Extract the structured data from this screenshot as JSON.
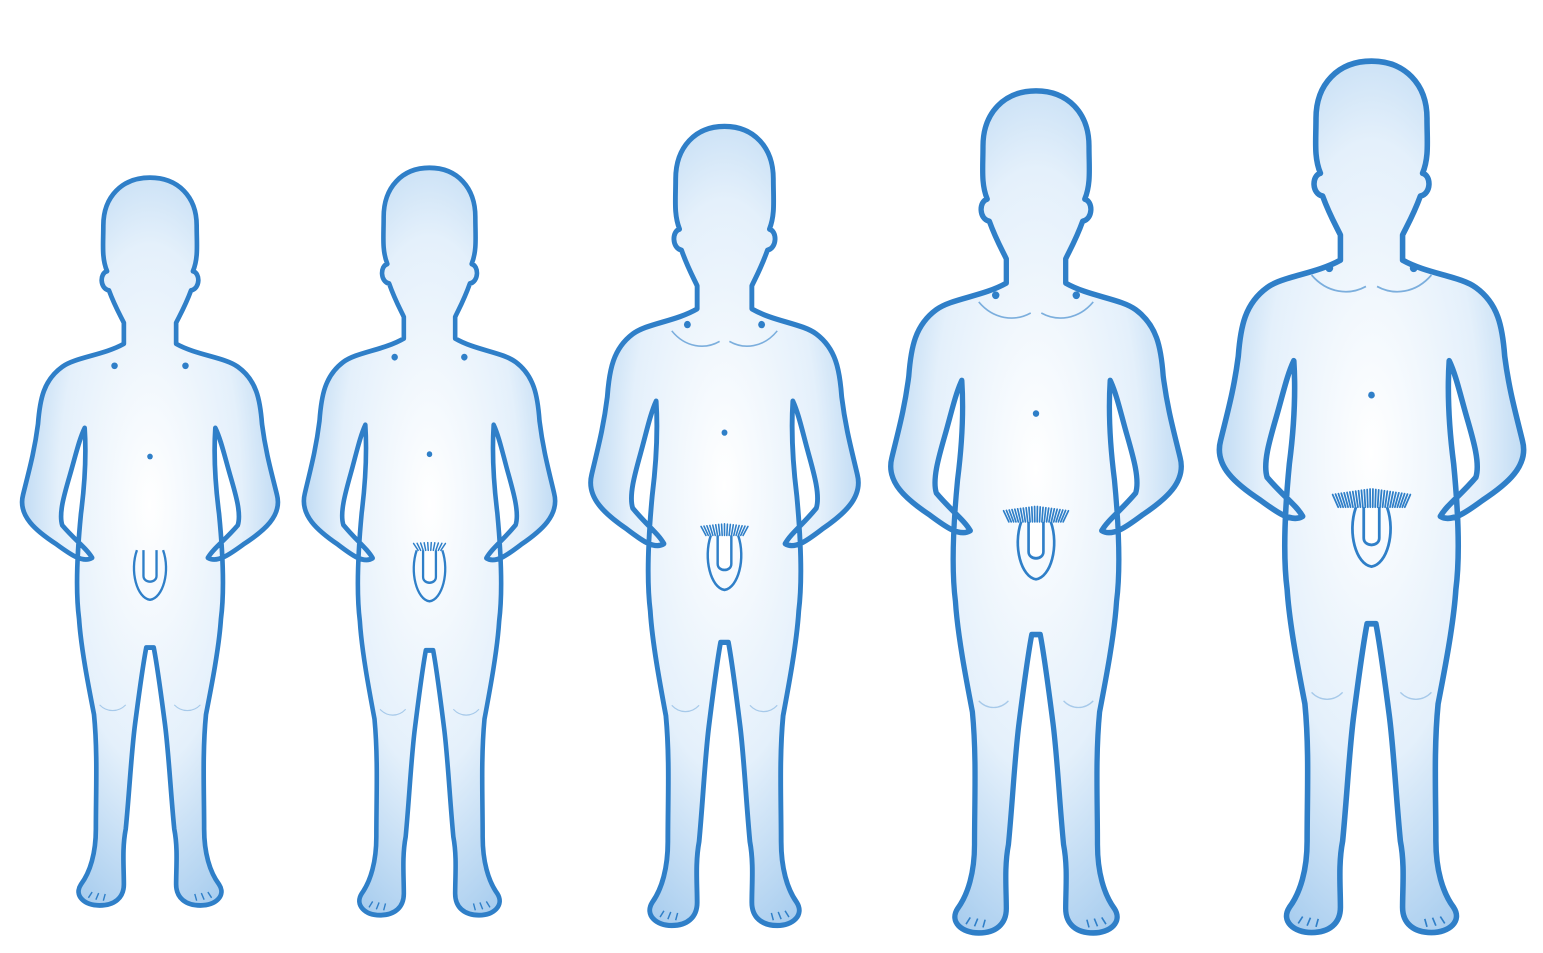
{
  "figure": {
    "background_color": "#ffffff",
    "outline_color": "#2f7fc8",
    "fill_light_color": "#ffffff",
    "fill_mid_color": "#e3effb",
    "fill_edge_color": "#8fbfe9",
    "detail_color": "#2f7fc8"
  },
  "stages": [
    {
      "hair_level": 0
    },
    {
      "hair_level": 0.2
    },
    {
      "hair_level": 0.5
    },
    {
      "hair_level": 0.8
    },
    {
      "hair_level": 1
    }
  ]
}
